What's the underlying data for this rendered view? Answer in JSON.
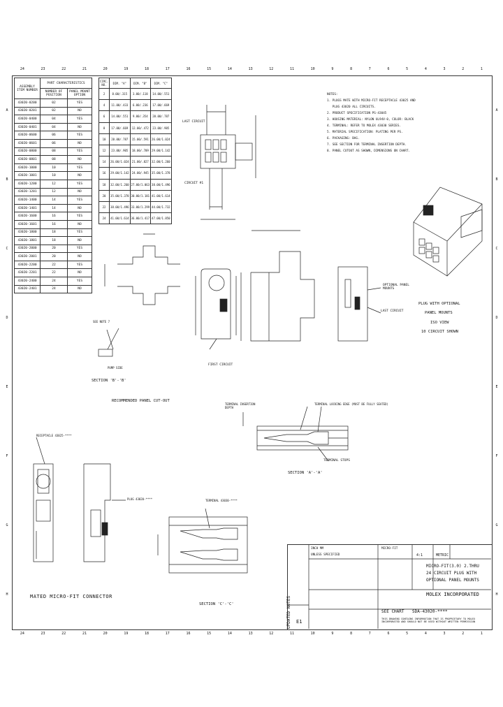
{
  "zones_top": [
    "24",
    "23",
    "22",
    "21",
    "20",
    "19",
    "18",
    "17",
    "16",
    "15",
    "14",
    "13",
    "12",
    "11",
    "10",
    "9",
    "8",
    "7",
    "6",
    "5",
    "4",
    "3",
    "2",
    "1"
  ],
  "zones_side": [
    "A",
    "B",
    "C",
    "D",
    "E",
    "F",
    "G",
    "H"
  ],
  "part_table": {
    "title": "PART CHARACTERISTICS",
    "headers": [
      "ASSEMBLY ITEM NUMBER",
      "NUMBER OF POSITION",
      "PANEL MOUNT OPTION"
    ],
    "rows": [
      [
        "43020-0200",
        "02",
        "YES"
      ],
      [
        "43020-0201",
        "02",
        "NO"
      ],
      [
        "43020-0400",
        "04",
        "YES"
      ],
      [
        "43020-0401",
        "04",
        "NO"
      ],
      [
        "43020-0600",
        "06",
        "YES"
      ],
      [
        "43020-0601",
        "06",
        "NO"
      ],
      [
        "43020-0800",
        "08",
        "YES"
      ],
      [
        "43020-0801",
        "08",
        "NO"
      ],
      [
        "43020-1000",
        "10",
        "YES"
      ],
      [
        "43020-1001",
        "10",
        "NO"
      ],
      [
        "43020-1200",
        "12",
        "YES"
      ],
      [
        "43020-1201",
        "12",
        "NO"
      ],
      [
        "43020-1400",
        "14",
        "YES"
      ],
      [
        "43020-1401",
        "14",
        "NO"
      ],
      [
        "43020-1600",
        "16",
        "YES"
      ],
      [
        "43020-1601",
        "16",
        "NO"
      ],
      [
        "43020-1800",
        "18",
        "YES"
      ],
      [
        "43020-1801",
        "18",
        "NO"
      ],
      [
        "43020-2000",
        "20",
        "YES"
      ],
      [
        "43020-2001",
        "20",
        "NO"
      ],
      [
        "43020-2200",
        "22",
        "YES"
      ],
      [
        "43020-2201",
        "22",
        "NO"
      ],
      [
        "43020-2400",
        "24",
        "YES"
      ],
      [
        "43020-2401",
        "24",
        "NO"
      ]
    ]
  },
  "dim_table": {
    "headers": [
      "CIRC. NO.",
      "DIM. \"A\"",
      "DIM. \"B\"",
      "DIM. \"C\""
    ],
    "rows": [
      [
        "2",
        "8.00/.315",
        "3.00/.118",
        "14.00/.551"
      ],
      [
        "4",
        "11.00/.433",
        "6.00/.236",
        "17.00/.669"
      ],
      [
        "6",
        "14.00/.551",
        "9.00/.354",
        "20.00/.787"
      ],
      [
        "8",
        "17.00/.669",
        "12.00/.472",
        "23.00/.905"
      ],
      [
        "10",
        "20.00/.787",
        "15.00/.591",
        "26.00/1.024"
      ],
      [
        "12",
        "23.00/.905",
        "18.00/.709",
        "29.00/1.142"
      ],
      [
        "14",
        "26.00/1.024",
        "21.00/.827",
        "32.00/1.260"
      ],
      [
        "16",
        "29.00/1.142",
        "24.00/.945",
        "35.00/1.378"
      ],
      [
        "18",
        "32.00/1.260",
        "27.00/1.063",
        "38.00/1.496"
      ],
      [
        "20",
        "35.00/1.378",
        "30.00/1.181",
        "41.00/1.614"
      ],
      [
        "22",
        "38.00/1.496",
        "33.00/1.299",
        "44.00/1.732"
      ],
      [
        "24",
        "41.00/1.614",
        "36.00/1.417",
        "47.00/1.850"
      ]
    ]
  },
  "notes": "NOTES:\n1. PLUGS MATE WITH MICRO-FIT RECEPTACLE 43025 AND\n   PLUG 43020 ALL CIRCUITS.\n2. PRODUCT SPECIFICATION PS-43045\n3. HOUSING MATERIAL: NYLON UL94V-0, COLOR: BLACK\n4. TERMINAL: REFER TO MOLEX 43030 SERIES.\n5. MATERIAL SPECIFICATION: PLATING PER PS.\n6. PACKAGING: BAG.\n7. SEE SECTION FOR TERMINAL INSERTION DEPTH.\n8. PANEL CUTOUT AS SHOWN, DIMENSIONS ON CHART.",
  "labels": {
    "plug_caption_1": "PLUG WITH OPTIONAL",
    "plug_caption_2": "PANEL MOUNTS",
    "plug_caption_3": "ISO VIEW",
    "plug_caption_4": "10 CIRCUIT SHOWN",
    "panel_cutout": "RECOMMENDED PANEL CUT-OUT",
    "mated": "MATED MICRO-FIT CONNECTOR",
    "section_1": "SECTION 'B'-'B'",
    "section_2": "SECTION 'A'-'A'",
    "section_3": "SECTION 'C'-'C'",
    "last_circuit": "LAST CIRCUIT",
    "circuit_1": "CIRCUIT #1",
    "first_circuit": "FIRST CIRCUIT",
    "optional_panel": "OPTIONAL PANEL MOUNTS",
    "terminal_stops": "TERMINAL STOPS",
    "terminal_locking": "TERMINAL LOCKING EDGE (MUST BE FULLY SEATED)",
    "receptacle": "RECEPTACLE 43025-****",
    "plug": "PLUG 43020-****",
    "terminal": "TERMINAL 43030-****",
    "terminal_depth": "TERMINAL INSERTION DEPTH",
    "see_note": "SEE NOTE 7",
    "pump_side": "PUMP SIDE"
  },
  "title_block": {
    "title_1": "MICRO-FIT(3.0) 2.THRU",
    "title_2": "24 CIRCUIT PLUG WITH",
    "title_3": "OPTIONAL PANEL MOUNTS",
    "company": "MOLEX INCORPORATED",
    "doc_no": "SDA-43020-****",
    "see_chart": "SEE CHART",
    "metric": "METRIC",
    "scale": "4:1",
    "sheet": "E1",
    "units": "INCH MM",
    "tolerances": "UNLESS SPECIFIED",
    "product_family": "MICRO-FIT",
    "proprietary": "THIS DRAWING CONTAINS INFORMATION THAT IS PROPRIETARY TO MOLEX INCORPORATED AND SHOULD NOT BE USED WITHOUT WRITTEN PERMISSION",
    "updated": "UPDATED NOTES"
  }
}
